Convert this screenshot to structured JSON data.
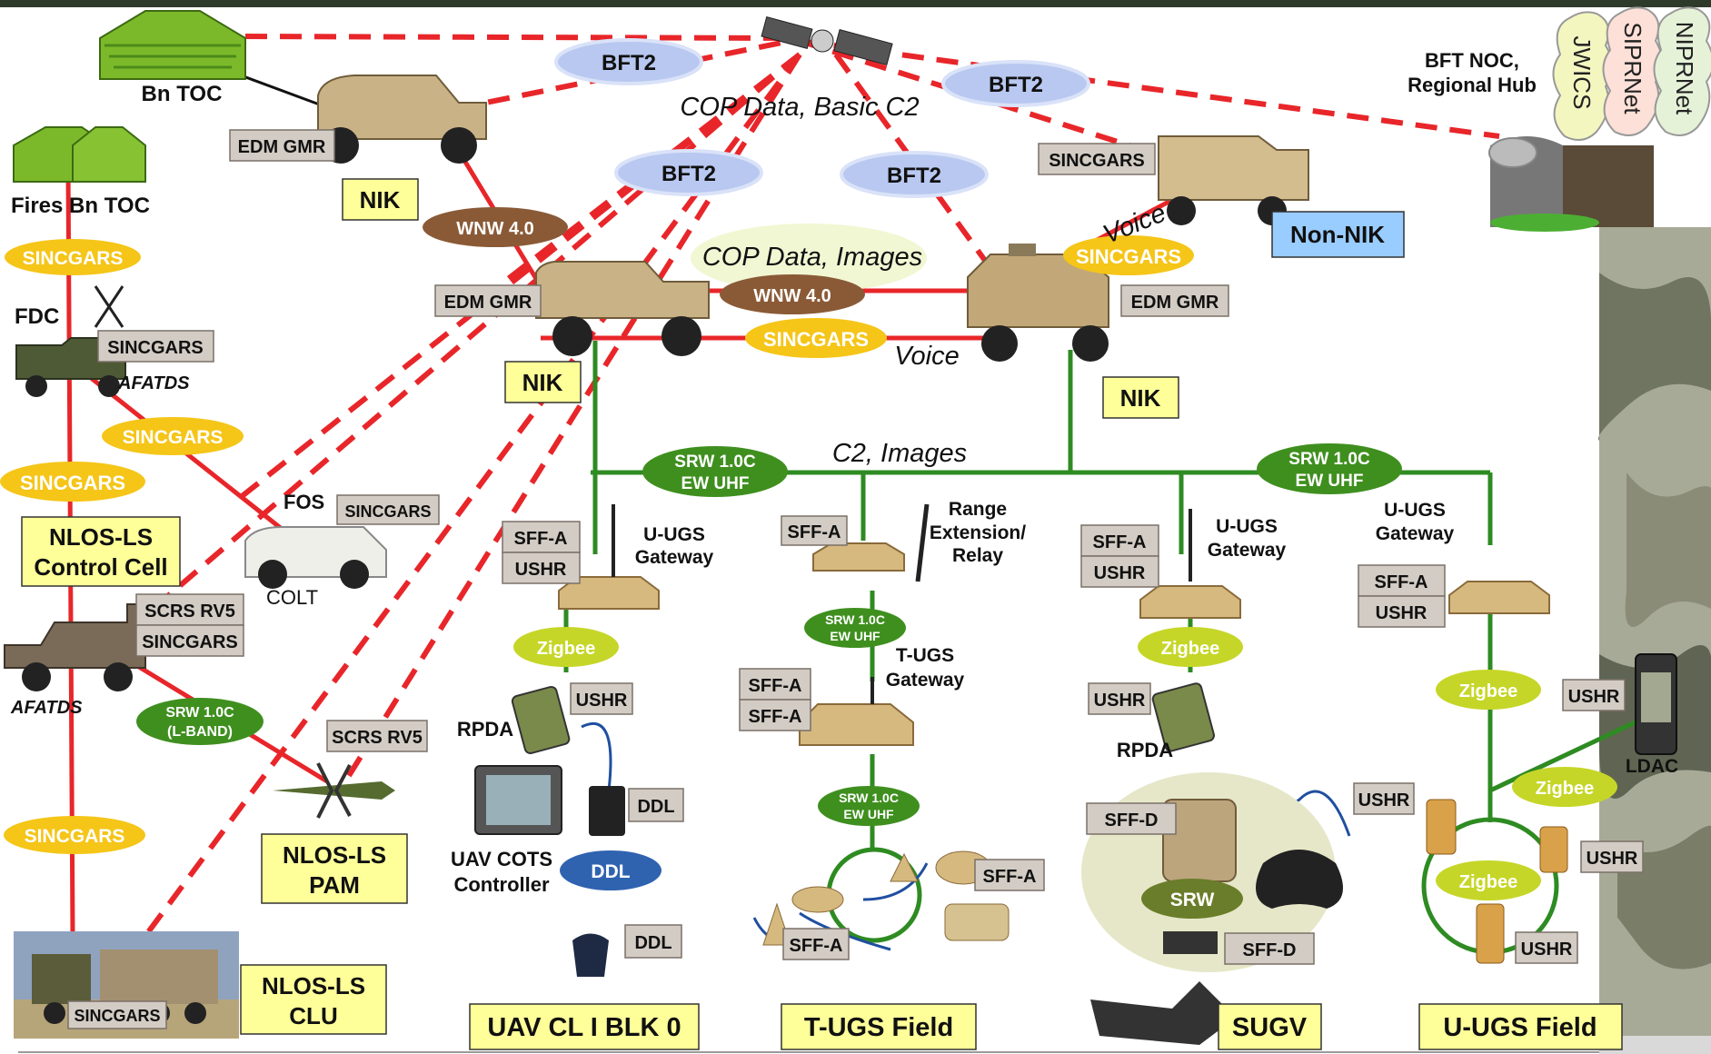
{
  "colors": {
    "top_bar": "#2e3b2a",
    "red_link": "#e8262a",
    "green_link": "#2e8b22",
    "sincgars_oval": "#f5c518",
    "bft2_oval": "#b8c8f0",
    "wnw_oval": "#8a5a36",
    "srw_oval": "#3f8f1f",
    "zigbee_oval": "#c6d628",
    "ddl_oval": "#2f63b0",
    "yellow_box": "#ffff99",
    "blue_box": "#99ccff",
    "gray_box": "#d3ccc4"
  },
  "nodes": {
    "bn_toc": "Bn TOC",
    "fires_bn_toc": "Fires Bn TOC",
    "fdc": "FDC",
    "afatds_1": "AFATDS",
    "afatds_2": "AFATDS",
    "fos": "FOS",
    "colt": "COLT",
    "bft_noc": "BFT NOC,",
    "regional_hub": "Regional Hub",
    "jwics": "JWICS",
    "siprnet": "SIPRNet",
    "niprnet": "NIPRNet",
    "u_ugs_gateway_1a": "U-UGS",
    "u_ugs_gateway_1b": "Gateway",
    "range_ext_a": "Range",
    "range_ext_b": "Extension/",
    "range_ext_c": "Relay",
    "u_ugs_gateway_2a": "U-UGS",
    "u_ugs_gateway_2b": "Gateway",
    "u_ugs_gateway_3a": "U-UGS",
    "u_ugs_gateway_3b": "Gateway",
    "t_ugs_gateway_a": "T-UGS",
    "t_ugs_gateway_b": "Gateway",
    "rpda_1": "RPDA",
    "rpda_2": "RPDA",
    "uav_cots_a": "UAV COTS",
    "uav_cots_b": "Controller",
    "ldac": "LDAC"
  },
  "link_notes": {
    "cop_basic_c2": "COP Data, Basic C2",
    "cop_images": "COP Data, Images",
    "voice_1": "Voice",
    "voice_2": "Voice",
    "c2_images": "C2, Images"
  },
  "ovals": {
    "bft2_1": "BFT2",
    "bft2_2": "BFT2",
    "bft2_3": "BFT2",
    "bft2_4": "BFT2",
    "wnw_1": "WNW 4.0",
    "wnw_2": "WNW 4.0",
    "sincgars_1": "SINCGARS",
    "sincgars_2": "SINCGARS",
    "sincgars_3": "SINCGARS",
    "sincgars_4": "SINCGARS",
    "sincgars_5": "SINCGARS",
    "sincgars_6": "SINCGARS",
    "srw_ew_1a": "SRW 1.0C",
    "srw_ew_1b": "EW UHF",
    "srw_ew_2a": "SRW 1.0C",
    "srw_ew_2b": "EW UHF",
    "srw_lband_a": "SRW 1.0C",
    "srw_lband_b": "(L-BAND)",
    "srw_small_1a": "SRW 1.0C",
    "srw_small_1b": "EW UHF",
    "srw_small_2a": "SRW 1.0C",
    "srw_small_2b": "EW UHF",
    "zigbee_1": "Zigbee",
    "zigbee_2": "Zigbee",
    "zigbee_3": "Zigbee",
    "zigbee_4": "Zigbee",
    "zigbee_5": "Zigbee",
    "ddl": "DDL",
    "srw": "SRW"
  },
  "gray_labels": {
    "edm_gmr_1": "EDM GMR",
    "edm_gmr_2": "EDM GMR",
    "edm_gmr_3": "EDM GMR",
    "sincgars_nonnik": "SINCGARS",
    "sincgars_fdc": "SINCGARS",
    "sincgars_fos": "SINCGARS",
    "scrs_rv5_1": "SCRS RV5",
    "sincgars_cc": "SINCGARS",
    "scrs_rv5_2": "SCRS RV5",
    "sincgars_clu": "SINCGARS",
    "sff_a_1": "SFF-A",
    "ushr_1": "USHR",
    "ushr_2": "USHR",
    "ddl_1": "DDL",
    "ddl_2": "DDL",
    "sff_a_2": "SFF-A",
    "sff_a_3": "SFF-A",
    "sff_a_4": "SFF-A",
    "sff_a_5": "SFF-A",
    "sff_a_6": "SFF-A",
    "sff_a_7": "SFF-A",
    "ushr_3": "USHR",
    "ushr_4": "USHR",
    "sff_d_1": "SFF-D",
    "sff_d_2": "SFF-D",
    "ushr_5": "USHR",
    "sff_a_8": "SFF-A",
    "ushr_6": "USHR",
    "ushr_7": "USHR",
    "ushr_8": "USHR",
    "ushr_9": "USHR"
  },
  "yellow_boxes": {
    "nik_1": "NIK",
    "nik_2": "NIK",
    "nik_3": "NIK",
    "nlos_cc_a": "NLOS-LS",
    "nlos_cc_b": "Control Cell",
    "nlos_pam_a": "NLOS-LS",
    "nlos_pam_b": "PAM",
    "nlos_clu_a": "NLOS-LS",
    "nlos_clu_b": "CLU",
    "uav_cl": "UAV CL I BLK 0",
    "t_ugs_field": "T-UGS Field",
    "sugv": "SUGV",
    "u_ugs_field": "U-UGS Field"
  },
  "blue_boxes": {
    "non_nik": "Non-NIK"
  }
}
